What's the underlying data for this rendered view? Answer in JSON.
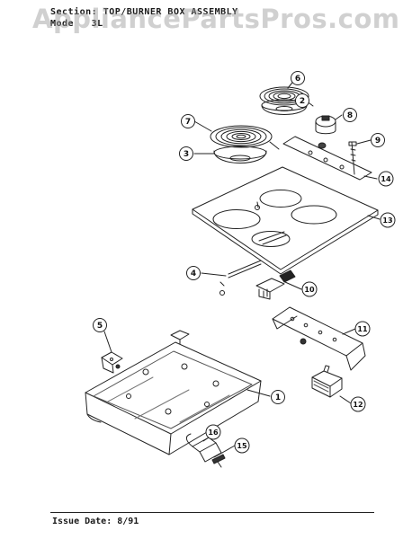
{
  "header": {
    "section_label": "Section:",
    "section_title": "TOP/BURNER BOX ASSEMBLY",
    "model_label": "Mode",
    "model_value": "3L"
  },
  "watermark": "AppliancePartsPros.com",
  "footer": {
    "issue_date": "Issue Date: 8/91"
  },
  "callouts": [
    "1",
    "2",
    "3",
    "4",
    "5",
    "6",
    "7",
    "8",
    "9",
    "10",
    "11",
    "12",
    "13",
    "14",
    "15",
    "16"
  ]
}
